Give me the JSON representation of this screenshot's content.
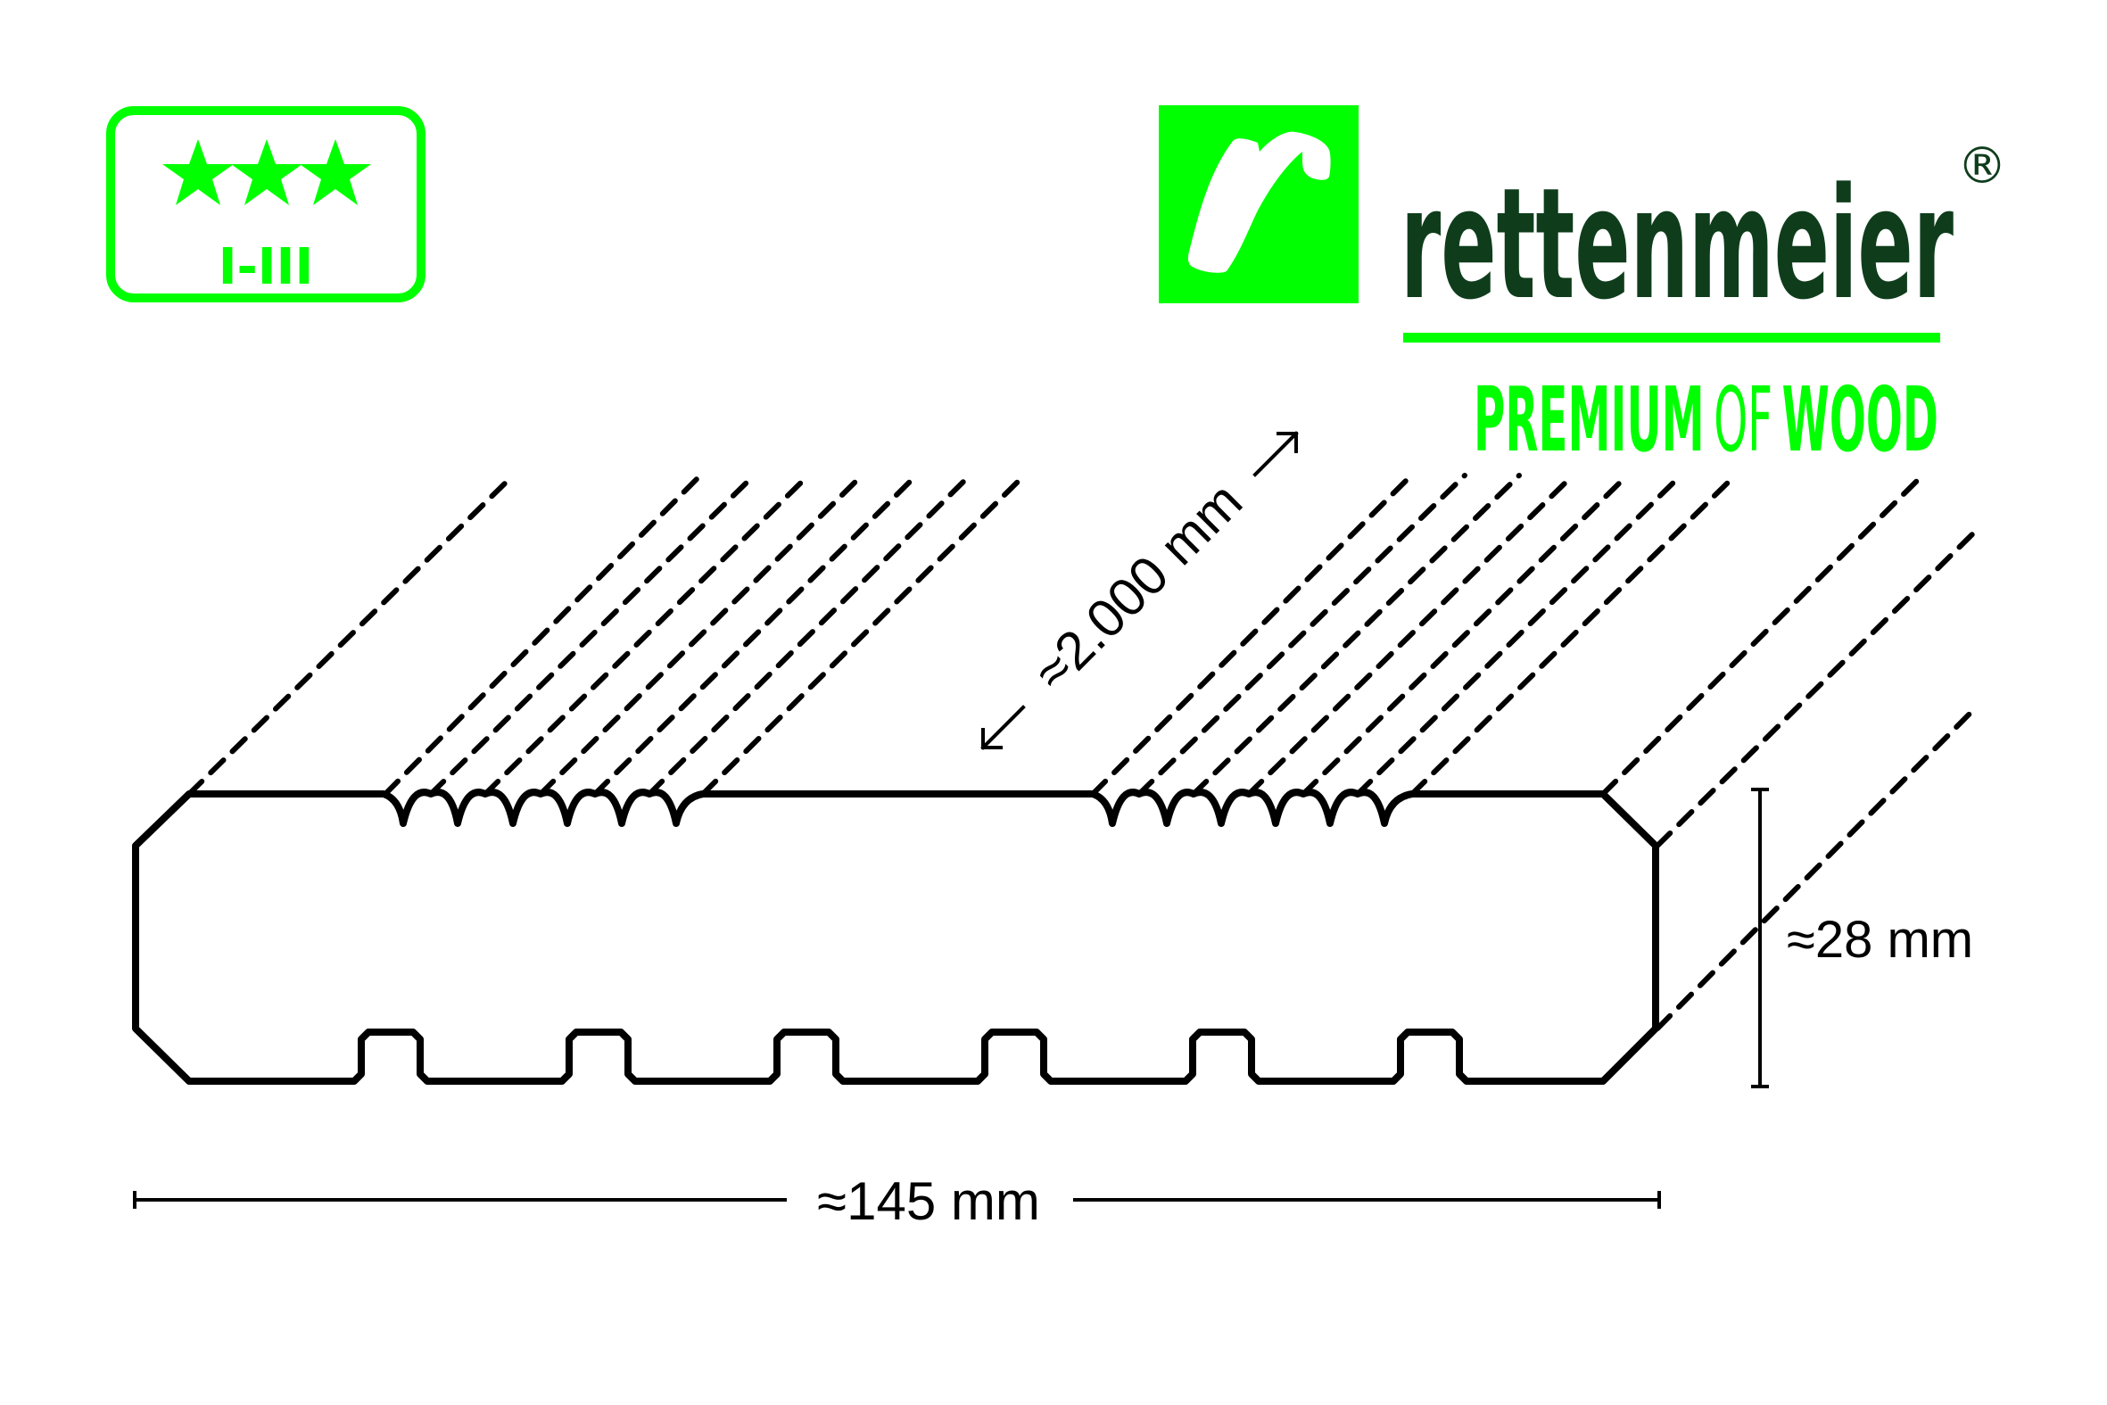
{
  "colors": {
    "brand_green": "#00ff00",
    "dark_green": "#0f3d1c",
    "outline": "#000000",
    "background": "#ffffff"
  },
  "badge": {
    "stars": 3,
    "star_icon": "star-icon",
    "durability_class": "I-III"
  },
  "brand": {
    "logo_icon": "r-letter-logo-icon",
    "name": "rettenmeier",
    "registered_mark": "®",
    "tagline_part1": "PREMIUM",
    "tagline_part2": "OF",
    "tagline_part3": "WOOD"
  },
  "dimensions": {
    "length_label": "≈2.000 mm",
    "height_label": "≈28 mm",
    "width_label": "≈145 mm"
  },
  "profile": {
    "top_grooved_sections": 2,
    "scallops_per_section": 6,
    "bottom_notches": 6
  }
}
